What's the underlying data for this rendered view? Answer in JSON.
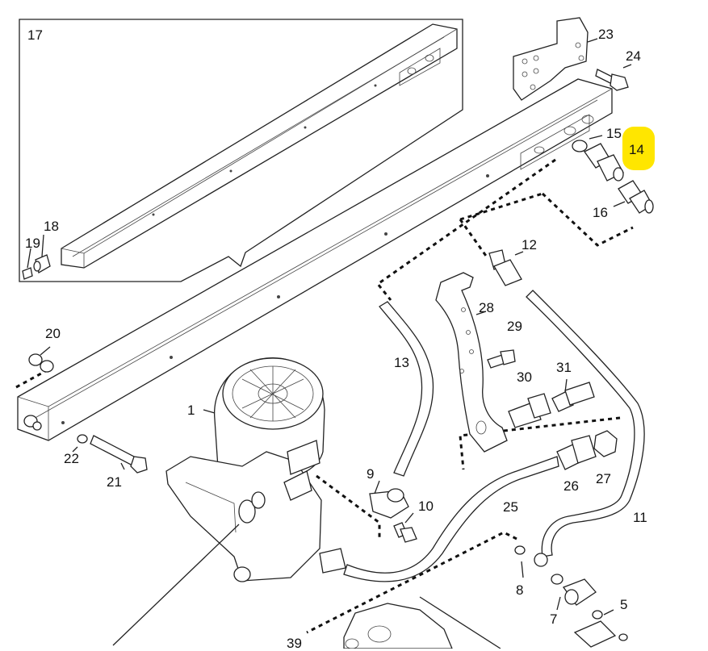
{
  "diagram": {
    "highlight_color": "#ffe600",
    "highlighted_callout": "14",
    "callouts": [
      "1",
      "5",
      "7",
      "8",
      "9",
      "10",
      "11",
      "12",
      "13",
      "14",
      "15",
      "16",
      "17",
      "18",
      "19",
      "20",
      "21",
      "22",
      "23",
      "24",
      "25",
      "26",
      "27",
      "28",
      "29",
      "30",
      "31",
      "39"
    ]
  }
}
